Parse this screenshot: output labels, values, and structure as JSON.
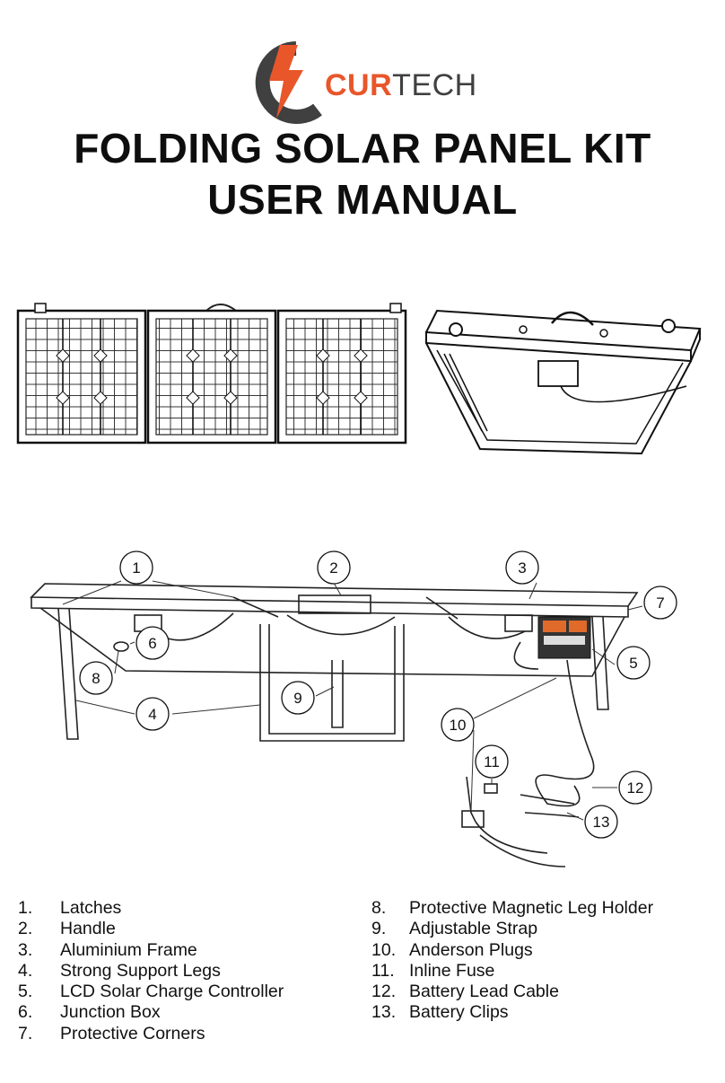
{
  "brand": {
    "name_accent": "CUR",
    "name_rest": "TECH",
    "colors": {
      "accent": "#e8562a",
      "dark": "#404040"
    }
  },
  "title": {
    "line1": "FOLDING SOLAR PANEL KIT",
    "line2": "USER MANUAL"
  },
  "callouts": [
    "1",
    "2",
    "3",
    "4",
    "5",
    "6",
    "7",
    "8",
    "9",
    "10",
    "11",
    "12",
    "13"
  ],
  "parts_left": [
    {
      "num": "1.",
      "label": "Latches"
    },
    {
      "num": "2.",
      "label": "Handle"
    },
    {
      "num": "3.",
      "label": "Aluminium Frame"
    },
    {
      "num": "4.",
      "label": "Strong Support Legs"
    },
    {
      "num": "5.",
      "label": "LCD Solar Charge Controller"
    },
    {
      "num": "6.",
      "label": "Junction Box"
    },
    {
      "num": "7.",
      "label": "Protective Corners"
    }
  ],
  "parts_right": [
    {
      "num": "8.",
      "label": "Protective Magnetic Leg Holder"
    },
    {
      "num": "9.",
      "label": "Adjustable Strap"
    },
    {
      "num": "10.",
      "label": "Anderson Plugs"
    },
    {
      "num": "11.",
      "label": "Inline Fuse"
    },
    {
      "num": "12.",
      "label": "Battery Lead Cable"
    },
    {
      "num": "13.",
      "label": "Battery Clips"
    }
  ]
}
